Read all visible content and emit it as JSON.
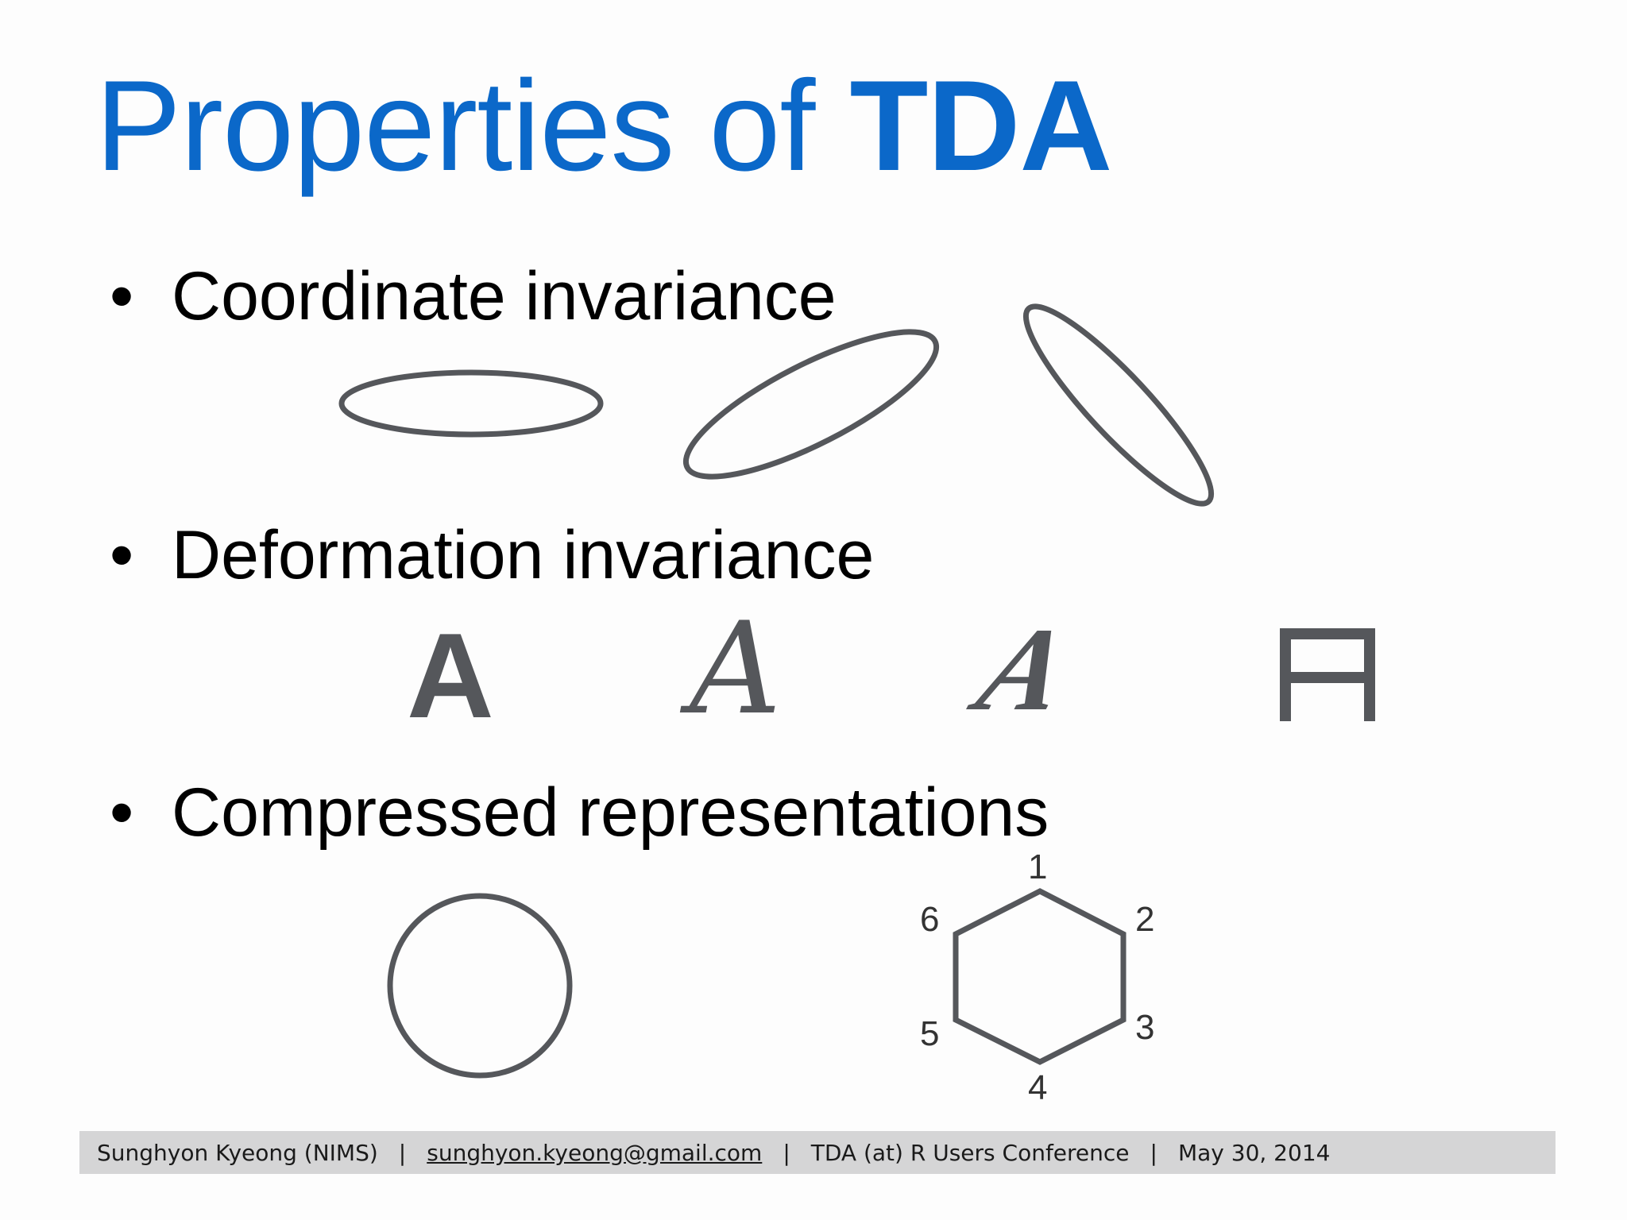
{
  "slide": {
    "title_regular": "Properties of ",
    "title_bold": "TDA",
    "bullets": [
      "Coordinate invariance",
      "Deformation invariance",
      "Compressed representations"
    ],
    "bullet_symbol": "•",
    "deformation_glyphs": [
      "A",
      "A",
      "A"
    ],
    "hexagon_labels": [
      "1",
      "2",
      "3",
      "4",
      "5",
      "6"
    ]
  },
  "footer": {
    "author": "Sunghyon Kyeong (NIMS)",
    "email": "sunghyon.kyeong@gmail.com",
    "conference": "TDA (at) R Users Conference",
    "date": "May 30, 2014",
    "separator": "|"
  },
  "colors": {
    "title": "#0b68c9",
    "shape_stroke": "#55575b",
    "footer_bg": "#d5d5d6"
  }
}
